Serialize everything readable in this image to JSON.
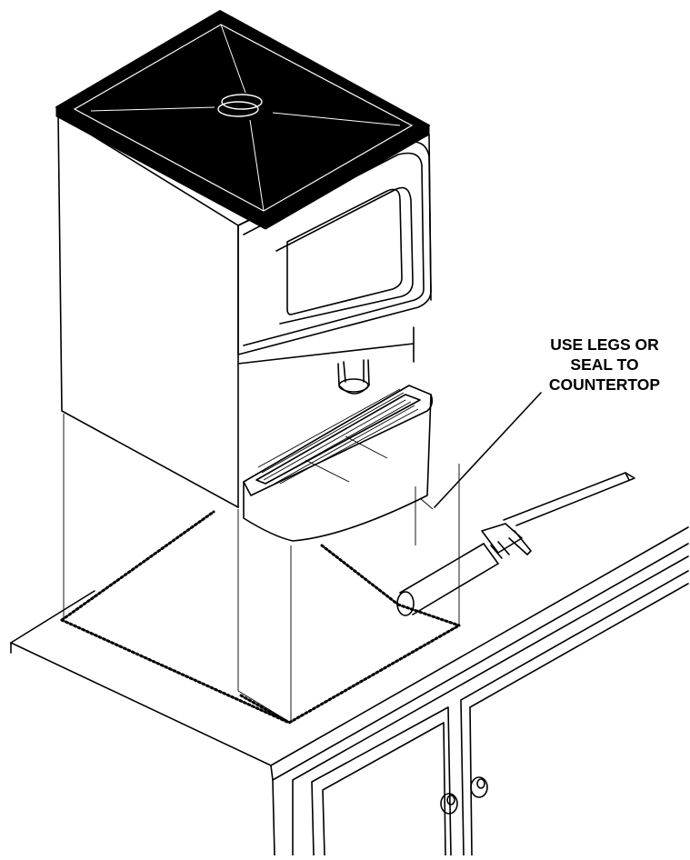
{
  "callout": {
    "lines": [
      "USE LEGS OR",
      "SEAL TO",
      "COUNTERTOP"
    ]
  },
  "figure": {
    "line_color": "#000000",
    "background": "#ffffff",
    "lid_color": "#000000"
  }
}
